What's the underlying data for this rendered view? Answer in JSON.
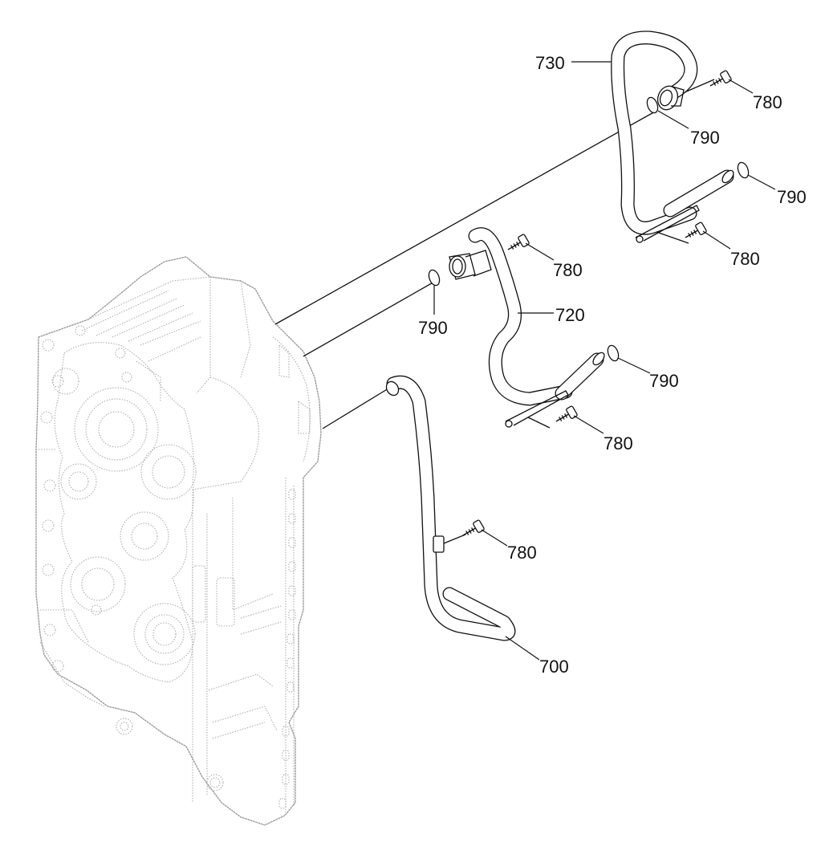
{
  "diagram": {
    "callouts": {
      "c730": "730",
      "c780a": "780",
      "c790a": "790",
      "c790b": "790",
      "c780b": "780",
      "c780c": "780",
      "c790c": "790",
      "c720": "720",
      "c790d": "790",
      "c780d": "780",
      "c780e": "780",
      "c700": "700"
    },
    "parts": [
      {
        "id": "pipe-700"
      },
      {
        "id": "pipe-720"
      },
      {
        "id": "pipe-730"
      },
      {
        "id": "screw-780"
      },
      {
        "id": "o-ring-790"
      },
      {
        "id": "transmission-housing"
      }
    ]
  }
}
